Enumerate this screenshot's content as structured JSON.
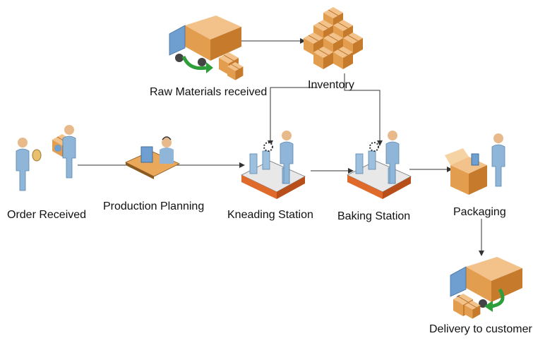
{
  "nodes": {
    "raw_materials": {
      "label": "Raw Materials received"
    },
    "inventory": {
      "label": "Inventory"
    },
    "order_received": {
      "label": "Order Received"
    },
    "production_planning": {
      "label": "Production Planning"
    },
    "kneading_station": {
      "label": "Kneading Station"
    },
    "baking_station": {
      "label": "Baking Station"
    },
    "packaging": {
      "label": "Packaging"
    },
    "delivery": {
      "label": "Delivery to customer"
    }
  },
  "colors": {
    "box": "#e9a85a",
    "box_dark": "#b56d22",
    "person": "#8fb6d8",
    "skin": "#e8b98a",
    "truck": "#6f9fd0",
    "green_arrow": "#2e9e3a",
    "belt": "#e06a2a",
    "connector": "#333333"
  }
}
